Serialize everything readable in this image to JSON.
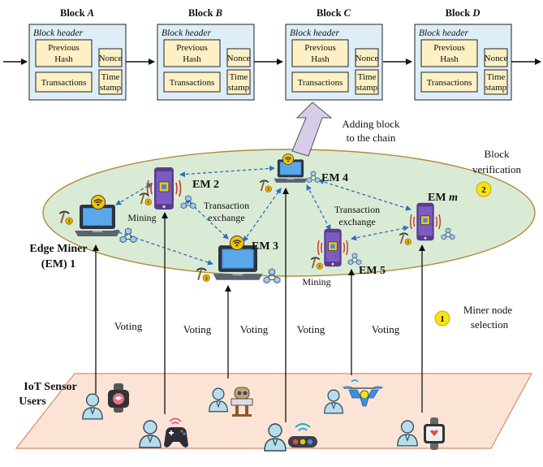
{
  "blocks": [
    {
      "title_prefix": "Block ",
      "title_letter": "A",
      "header": "Block header",
      "prev_line1": "Previous",
      "prev_line2": "Hash",
      "nonce": "Nonce",
      "transactions": "Transactions",
      "ts_line1": "Time",
      "ts_line2": "stamp"
    },
    {
      "title_prefix": "Block ",
      "title_letter": "B",
      "header": "Block header",
      "prev_line1": "Previous",
      "prev_line2": "Hash",
      "nonce": "Nonce",
      "transactions": "Transactions",
      "ts_line1": "Time",
      "ts_line2": "stamp"
    },
    {
      "title_prefix": "Block ",
      "title_letter": "C",
      "header": "Block header",
      "prev_line1": "Previous",
      "prev_line2": "Hash",
      "nonce": "Nonce",
      "transactions": "Transactions",
      "ts_line1": "Time",
      "ts_line2": "stamp"
    },
    {
      "title_prefix": "Block ",
      "title_letter": "D",
      "header": "Block header",
      "prev_line1": "Previous",
      "prev_line2": "Hash",
      "nonce": "Nonce",
      "transactions": "Transactions",
      "ts_line1": "Time",
      "ts_line2": "stamp"
    }
  ],
  "adding_block": {
    "line1": "Adding block",
    "line2": "to the chain"
  },
  "block_verification": {
    "line1": "Block",
    "line2": "verification",
    "step": "2"
  },
  "miner_selection": {
    "line1": "Miner node",
    "line2": "selection",
    "step": "1"
  },
  "edge_miners": {
    "em1_line1": "Edge Miner",
    "em1_line2": "(EM) 1",
    "em2": "EM 2",
    "em3": "EM 3",
    "em4": "EM 4",
    "em5": "EM 5",
    "emm_prefix": "EM ",
    "emm_suffix": "m"
  },
  "mining_labels": [
    "Mining",
    "Mining"
  ],
  "transaction_exchange": [
    {
      "line1": "Transaction",
      "line2": "exchange"
    },
    {
      "line1": "Transaction",
      "line2": "exchange"
    }
  ],
  "voting_labels": [
    "Voting",
    "Voting",
    "Voting",
    "Voting",
    "Voting"
  ],
  "iot": {
    "line1": "IoT Sensor",
    "line2": "Users"
  },
  "colors": {
    "block_fill": "#ddeef8",
    "inner_fill": "#fdf0c4",
    "ellipse_fill": "#d9ebd5",
    "plane_fill": "#fbe4d6",
    "plane_stroke": "#d88a6a",
    "dash_blue": "#2f6cc0",
    "step_badge": "#f6e313",
    "big_arrow": "#d8cde8"
  },
  "icons": [
    "laptop-icon",
    "smartphone-icon",
    "pickaxe-icon",
    "blockchain-cubes-icon",
    "user-icon",
    "smartwatch-icon",
    "gamepad-icon",
    "robot-icon",
    "smart-light-icon",
    "drone-icon",
    "fitness-band-icon",
    "wifi-icon"
  ]
}
